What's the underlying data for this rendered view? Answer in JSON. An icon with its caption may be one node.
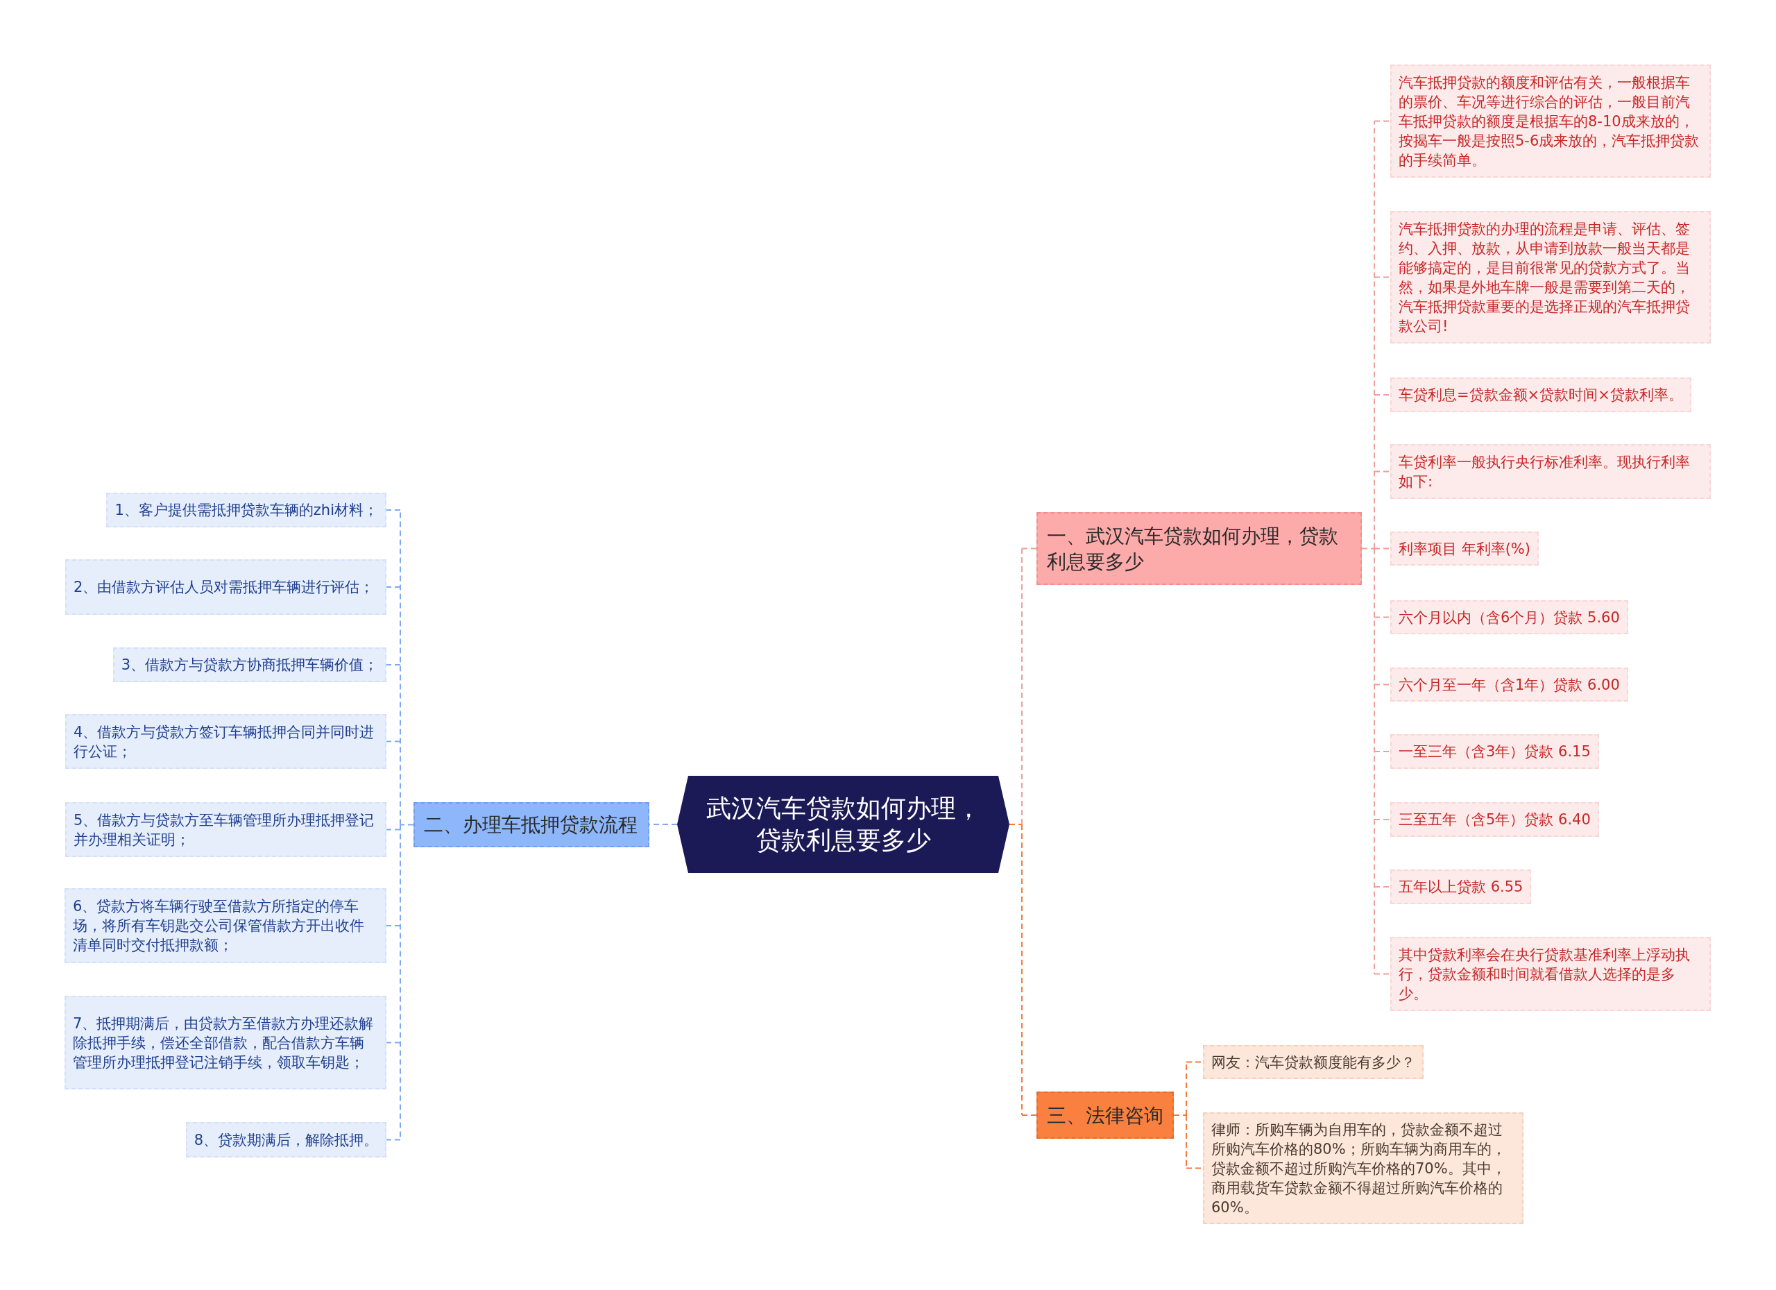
{
  "diagram": {
    "nodes": [
      {
        "text": [
          "武汉汽车贷款如何办理，贷款利息要多少"
        ]
      },
      {
        "text": [
          "一、武汉汽车贷款如何办理，贷款利息要多少"
        ]
      },
      {
        "text": [
          "汽车抵押贷款的额度和评估有关，一般根据车的票价、车况等进行综合的评估，一般目前汽车抵押贷款的额度是根据车的8-10成来放的，按揭车一般是按照5-6成来放的，汽车抵押贷款的手续简单。"
        ]
      },
      {
        "text": [
          "汽车抵押贷款的办理的流程是申请、评估、签约、入押、放款，从申请到放款一般当天都是能够搞定的，是目前很常见的贷款方式了。当然，如果是外地车牌一般是需要到第二天的，汽车抵押贷款重要的是选择正规的汽车抵押贷款公司!"
        ]
      },
      {
        "text": [
          "车贷利息=贷款金额×贷款时间×贷款利率。"
        ]
      },
      {
        "text": [
          "车贷利率一般执行央行标准利率。现执行利率如下:"
        ]
      },
      {
        "text": [
          "利率项目 年利率(%)"
        ]
      },
      {
        "text": [
          "六个月以内（含6个月）贷款 5.60"
        ]
      },
      {
        "text": [
          "六个月至一年（含1年）贷款 6.00"
        ]
      },
      {
        "text": [
          "一至三年（含3年）贷款 6.15"
        ]
      },
      {
        "text": [
          "三至五年（含5年）贷款 6.40"
        ]
      },
      {
        "text": [
          "五年以上贷款 6.55"
        ]
      },
      {
        "text": [
          "其中贷款利率会在央行贷款基准利率上浮动执行，贷款金额和时间就看借款人选择的是多少。"
        ]
      },
      {
        "text": [
          "二、办理车抵押贷款流程"
        ]
      },
      {
        "text": [
          "1、客户提供需抵押贷款车辆的zhi材料；"
        ]
      },
      {
        "text": [
          "2、由借款方评估人员对需抵押车辆进行评估；"
        ]
      },
      {
        "text": [
          "3、借款方与贷款方协商抵押车辆价值；"
        ]
      },
      {
        "text": [
          "4、借款方与贷款方签订车辆抵押合同并同时进行公证；"
        ]
      },
      {
        "text": [
          "5、借款方与贷款方至车辆管理所办理抵押登记并办理相关证明；"
        ]
      },
      {
        "text": [
          "6、贷款方将车辆行驶至借款方所指定的停车场，将所有车钥匙交公司保管借款方开出收件清单同时交付抵押款额；"
        ]
      },
      {
        "text": [
          "7、抵押期满后，由贷款方至借款方办理还款解除抵押手续，偿还全部借款，配合借款方车辆管理所办理抵押登记注销手续，领取车钥匙；"
        ]
      },
      {
        "text": [
          "8、贷款期满后，解除抵押。"
        ]
      },
      {
        "text": [
          "三、法律咨询"
        ]
      },
      {
        "text": [
          "网友：汽车贷款额度能有多少？"
        ]
      },
      {
        "text": [
          "律师：所购车辆为自用车的，贷款金额不超过所购汽车价格的80%；所购车辆为商用车的，贷款金额不超过所购汽车价格的70%。其中，商用载货车贷款金额不得超过所购汽车价格的60%。"
        ]
      }
    ],
    "edges": [
      {
        "from": 0,
        "to": 1,
        "arrow": "none",
        "style": "dashed"
      },
      {
        "from": 1,
        "to": 2,
        "arrow": "none",
        "style": "dashed"
      },
      {
        "from": 1,
        "to": 3,
        "arrow": "none",
        "style": "dashed"
      },
      {
        "from": 1,
        "to": 4,
        "arrow": "none",
        "style": "dashed"
      },
      {
        "from": 1,
        "to": 5,
        "arrow": "none",
        "style": "dashed"
      },
      {
        "from": 1,
        "to": 6,
        "arrow": "none",
        "style": "dashed"
      },
      {
        "from": 1,
        "to": 7,
        "arrow": "none",
        "style": "dashed"
      },
      {
        "from": 1,
        "to": 8,
        "arrow": "none",
        "style": "dashed"
      },
      {
        "from": 1,
        "to": 9,
        "arrow": "none",
        "style": "dashed"
      },
      {
        "from": 1,
        "to": 10,
        "arrow": "none",
        "style": "dashed"
      },
      {
        "from": 1,
        "to": 11,
        "arrow": "none",
        "style": "dashed"
      },
      {
        "from": 1,
        "to": 12,
        "arrow": "none",
        "style": "dashed"
      },
      {
        "from": 0,
        "to": 13,
        "arrow": "none",
        "style": "dashed",
        "color": "#7fa9f5"
      },
      {
        "from": 13,
        "to": 14,
        "arrow": "none",
        "style": "dashed",
        "color": "#7fa9f5"
      },
      {
        "from": 13,
        "to": 15,
        "arrow": "none",
        "style": "dashed",
        "color": "#7fa9f5"
      },
      {
        "from": 13,
        "to": 16,
        "arrow": "none",
        "style": "dashed",
        "color": "#7fa9f5"
      },
      {
        "from": 13,
        "to": 17,
        "arrow": "none",
        "style": "dashed",
        "color": "#7fa9f5"
      },
      {
        "from": 13,
        "to": 18,
        "arrow": "none",
        "style": "dashed",
        "color": "#7fa9f5"
      },
      {
        "from": 13,
        "to": 19,
        "arrow": "none",
        "style": "dashed",
        "color": "#7fa9f5"
      },
      {
        "from": 13,
        "to": 20,
        "arrow": "none",
        "style": "dashed",
        "color": "#7fa9f5"
      },
      {
        "from": 13,
        "to": 21,
        "arrow": "none",
        "style": "dashed",
        "color": "#7fa9f5"
      },
      {
        "from": 0,
        "to": 22,
        "arrow": "none",
        "style": "dashed",
        "color": "#f07b3c"
      },
      {
        "from": 22,
        "to": 23,
        "arrow": "none",
        "style": "dashed",
        "color": "#f07b3c"
      },
      {
        "from": 22,
        "to": 24,
        "arrow": "none",
        "style": "dashed",
        "color": "#f07b3c"
      }
    ]
  }
}
